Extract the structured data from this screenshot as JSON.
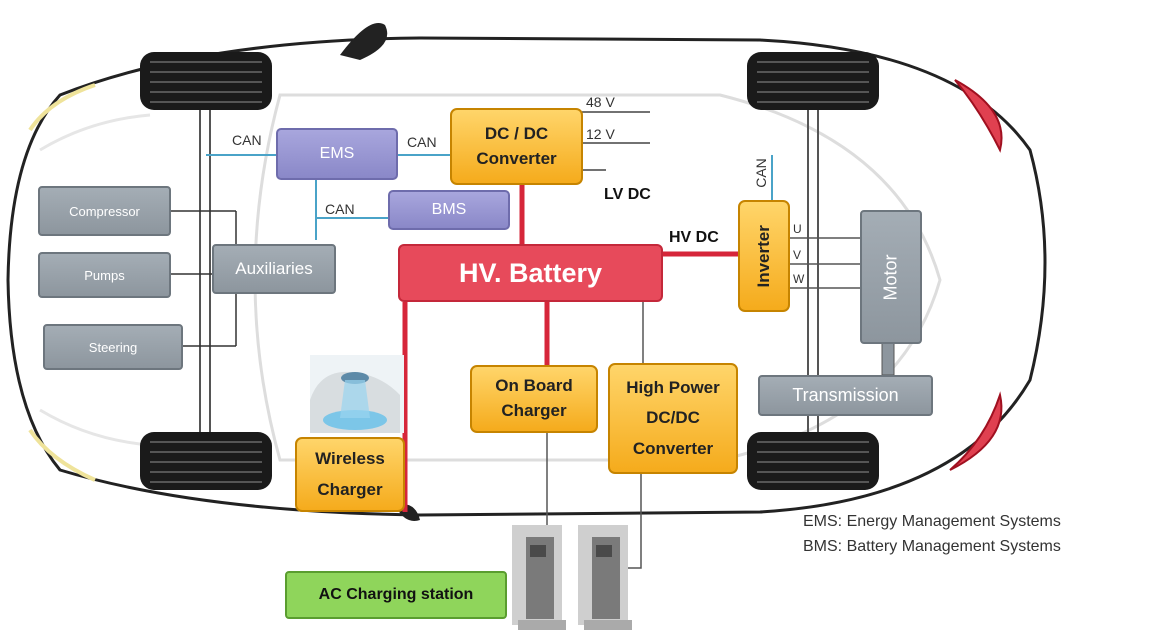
{
  "components": {
    "ems": "EMS",
    "bms": "BMS",
    "dcdc": "DC / DC Converter",
    "battery": "HV. Battery",
    "inverter": "Inverter",
    "motor": "Motor",
    "transmission": "Transmission",
    "compressor": "Compressor",
    "pumps": "Pumps",
    "steering": "Steering",
    "auxiliaries": "Auxiliaries",
    "onboard_charger": "On Board Charger",
    "highpower_dcdc": "High Power DC/DC Converter",
    "wireless_charger": "Wireless Charger",
    "ac_station": "AC Charging station"
  },
  "labels": {
    "can1": "CAN",
    "can2": "CAN",
    "can3": "CAN",
    "can4": "CAN",
    "v48": "48 V",
    "v12": "12 V",
    "lvdc": "LV DC",
    "hvdc": "HV DC",
    "u": "U",
    "v": "V",
    "w": "W"
  },
  "legend": [
    "EMS: Energy Management Systems",
    "BMS: Battery Management Systems"
  ],
  "colors": {
    "power_line": "#d6263a",
    "signal_line": "#4aa3c8",
    "accent_orange": "#f5ab1c",
    "accent_purple": "#8a88c8"
  }
}
